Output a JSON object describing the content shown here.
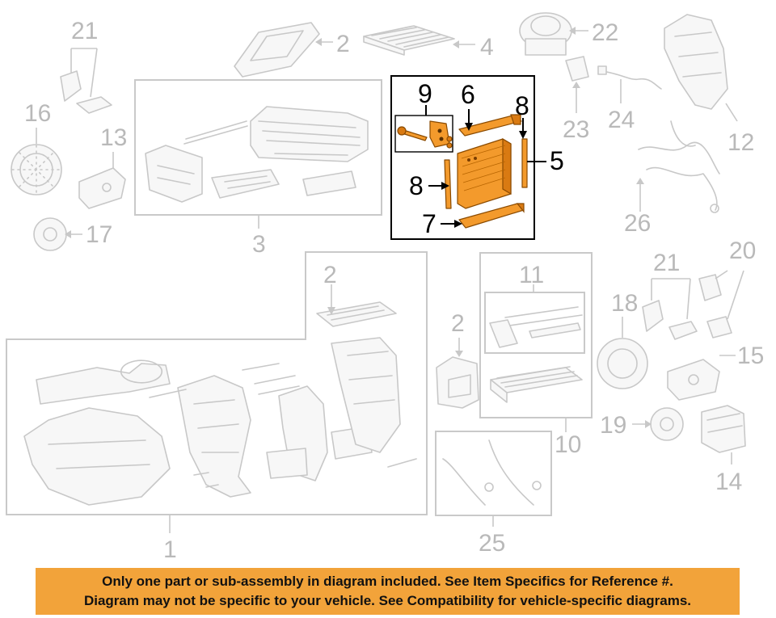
{
  "diagram": {
    "callouts": {
      "c1": "1",
      "c2a": "2",
      "c2b": "2",
      "c2c": "2",
      "c3": "3",
      "c4": "4",
      "c5": "5",
      "c6": "6",
      "c7": "7",
      "c8a": "8",
      "c8b": "8",
      "c9": "9",
      "c10": "10",
      "c11": "11",
      "c12": "12",
      "c13": "13",
      "c14": "14",
      "c15": "15",
      "c16": "16",
      "c17": "17",
      "c18": "18",
      "c19": "19",
      "c20": "20",
      "c21a": "21",
      "c21b": "21",
      "c22": "22",
      "c23": "23",
      "c24": "24",
      "c25": "25",
      "c26": "26"
    },
    "highlight_color": "#f39a2c"
  },
  "footer": {
    "line1": "Only one part or sub-assembly in diagram included. See Item Specifics for Reference #.",
    "line2": "Diagram may not be specific to your vehicle. See Compatibility for vehicle-specific diagrams.",
    "background": "#f2a33a"
  }
}
